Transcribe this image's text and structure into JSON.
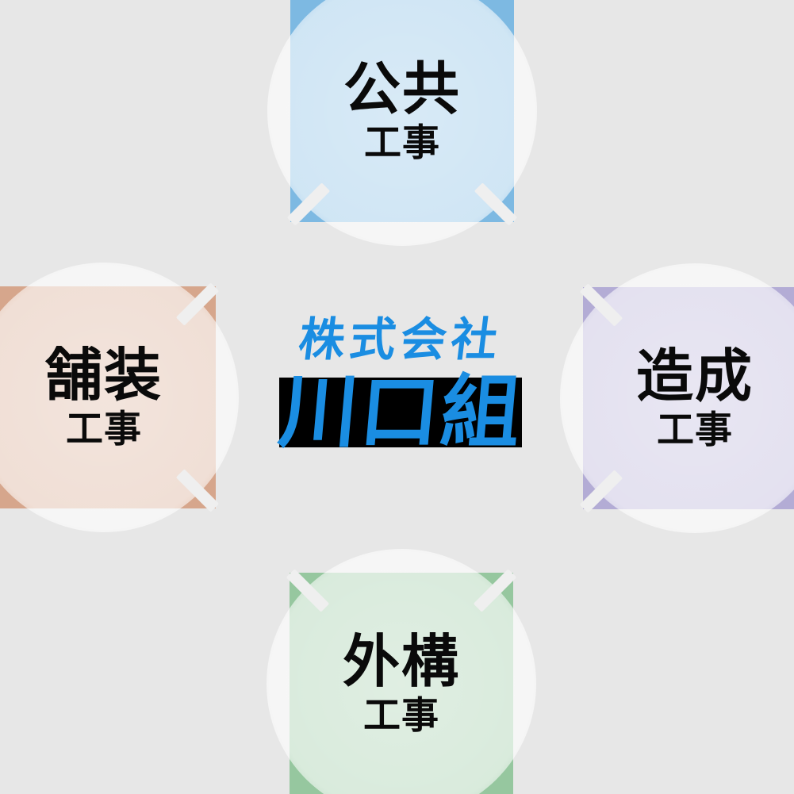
{
  "background": "#e7e7e7",
  "connector_color": "#efefef",
  "center": {
    "prefix": "株式会社",
    "name": "川口組",
    "text_color": "#1a8de2",
    "box_color": "#000000"
  },
  "nodes": [
    {
      "id": "public-works",
      "label": "公共",
      "sublabel": "工事",
      "color": "#7db9e2",
      "position": "top"
    },
    {
      "id": "paving-works",
      "label": "舗装",
      "sublabel": "工事",
      "color": "#d6a68c",
      "position": "left"
    },
    {
      "id": "development-works",
      "label": "造成",
      "sublabel": "工事",
      "color": "#b3acd5",
      "position": "right"
    },
    {
      "id": "exterior-works",
      "label": "外構",
      "sublabel": "工事",
      "color": "#96c79f",
      "position": "bottom"
    }
  ]
}
